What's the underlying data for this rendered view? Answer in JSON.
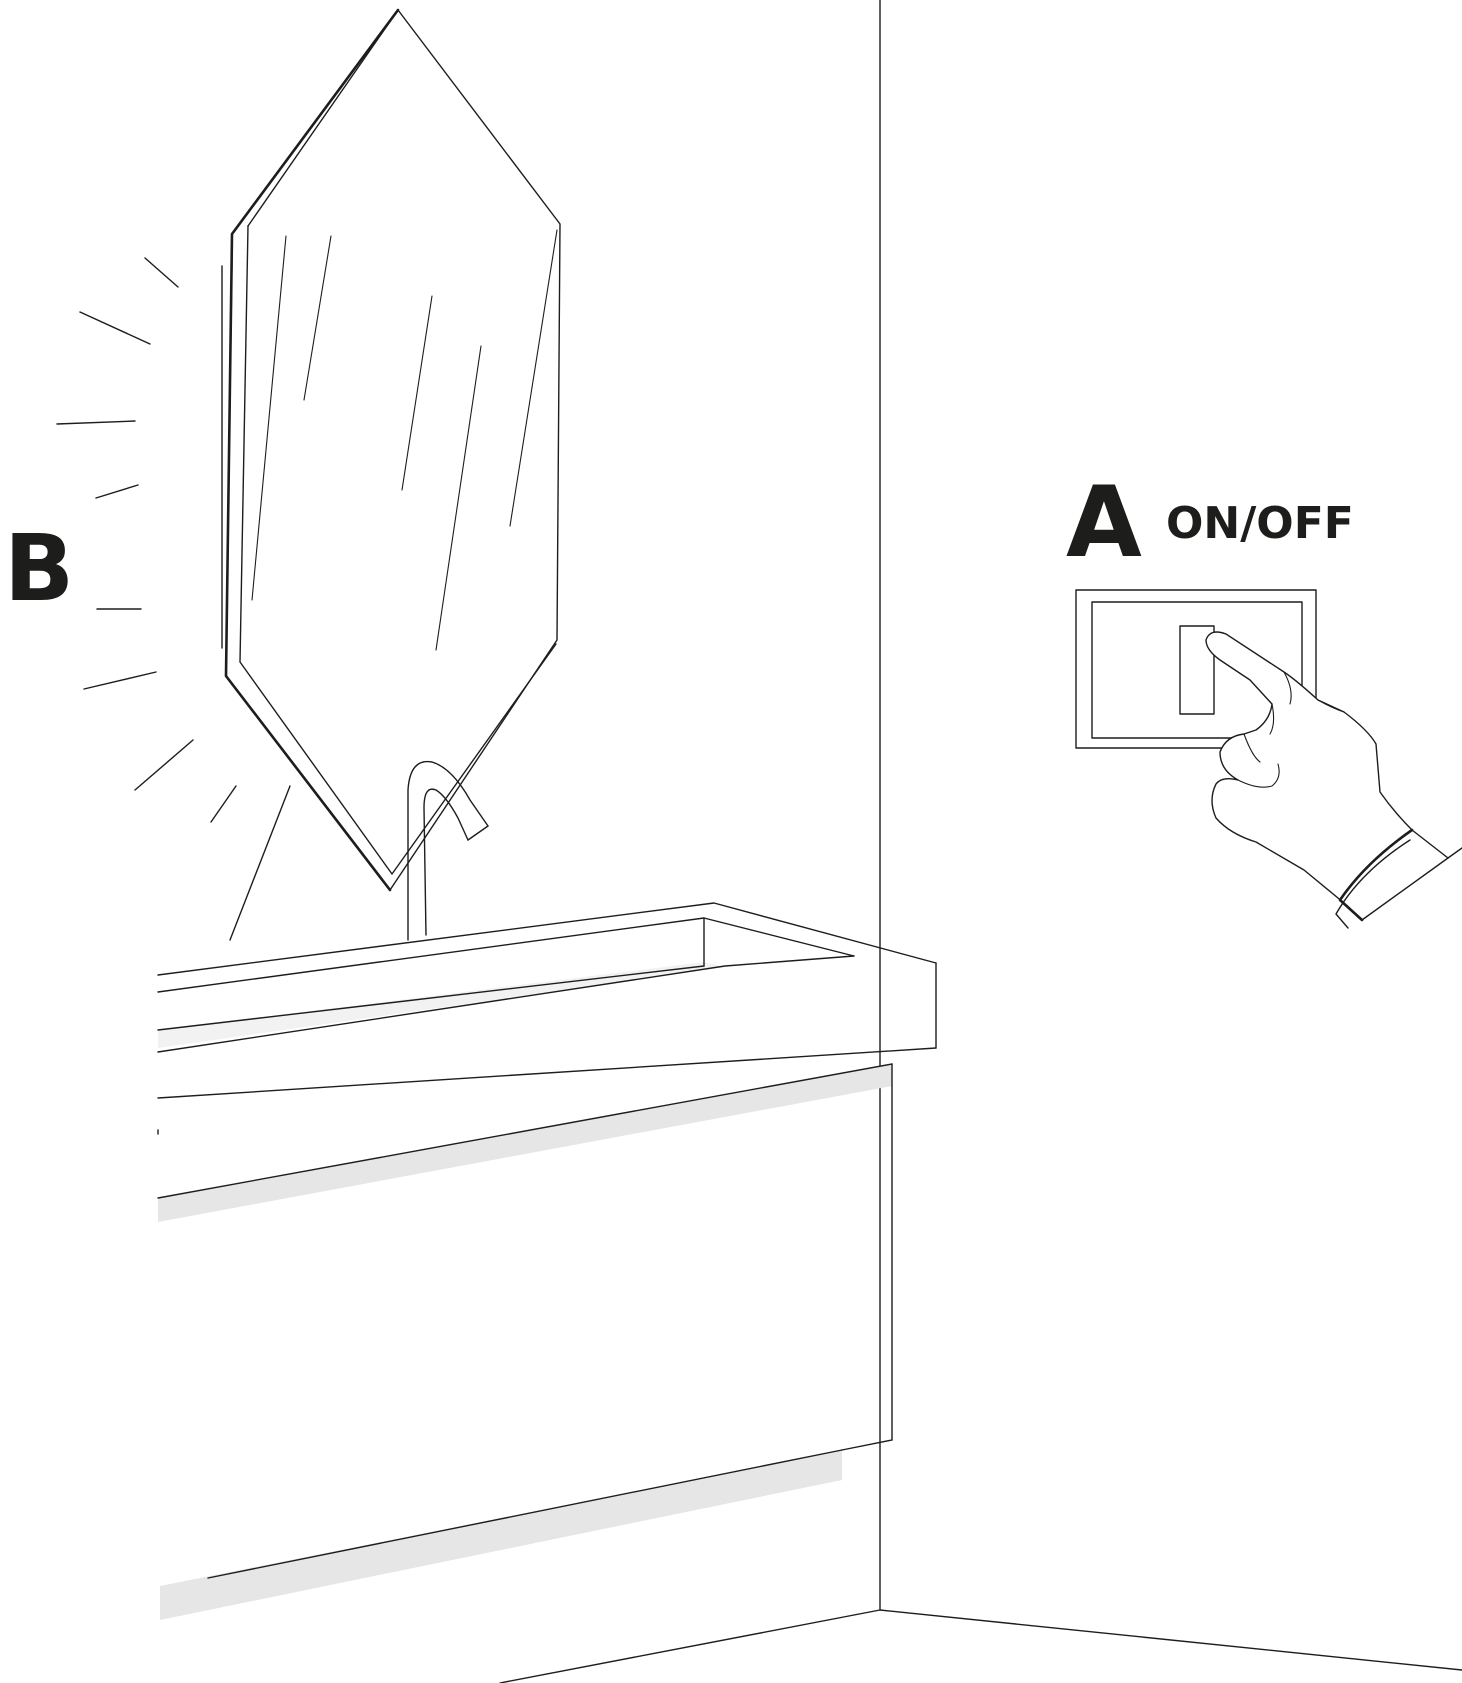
{
  "labels": {
    "switch_letter": "A",
    "switch_text": "ON/OFF",
    "mirror_letter": "B"
  },
  "colors": {
    "line": "#1d1d1b",
    "shadow": "#e6e6e6",
    "background": "#ffffff"
  },
  "icons": {
    "switch": "wall-light-switch",
    "hand": "pointing-hand",
    "mirror": "hexagonal-led-mirror",
    "glow": "light-rays"
  }
}
